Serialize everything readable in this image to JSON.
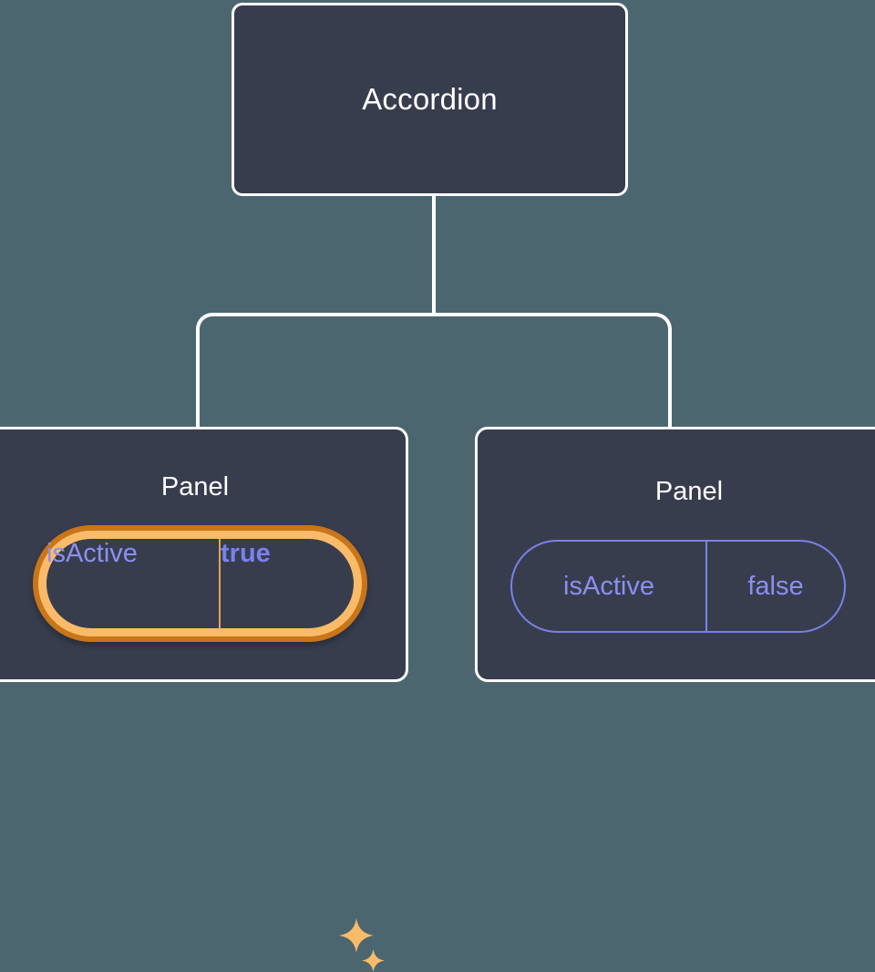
{
  "diagram": {
    "type": "component-tree",
    "background_color": "#4c6670",
    "node_fill_color": "#373d4d",
    "node_border_color": "#ffffff",
    "connector_color": "#ffffff",
    "accent_highlight_color": "#fabb68",
    "accent_highlight_outer_color": "#c9751a",
    "prop_text_color": "#8b8ff0",
    "prop_border_color": "#7b81e8"
  },
  "root": {
    "title": "Accordion"
  },
  "children": [
    {
      "title": "Panel",
      "highlighted": true,
      "prop": {
        "key": "isActive",
        "value": "true"
      },
      "sparkles": [
        "sparkle-large-icon",
        "sparkle-small-icon"
      ]
    },
    {
      "title": "Panel",
      "highlighted": false,
      "prop": {
        "key": "isActive",
        "value": "false"
      }
    }
  ]
}
